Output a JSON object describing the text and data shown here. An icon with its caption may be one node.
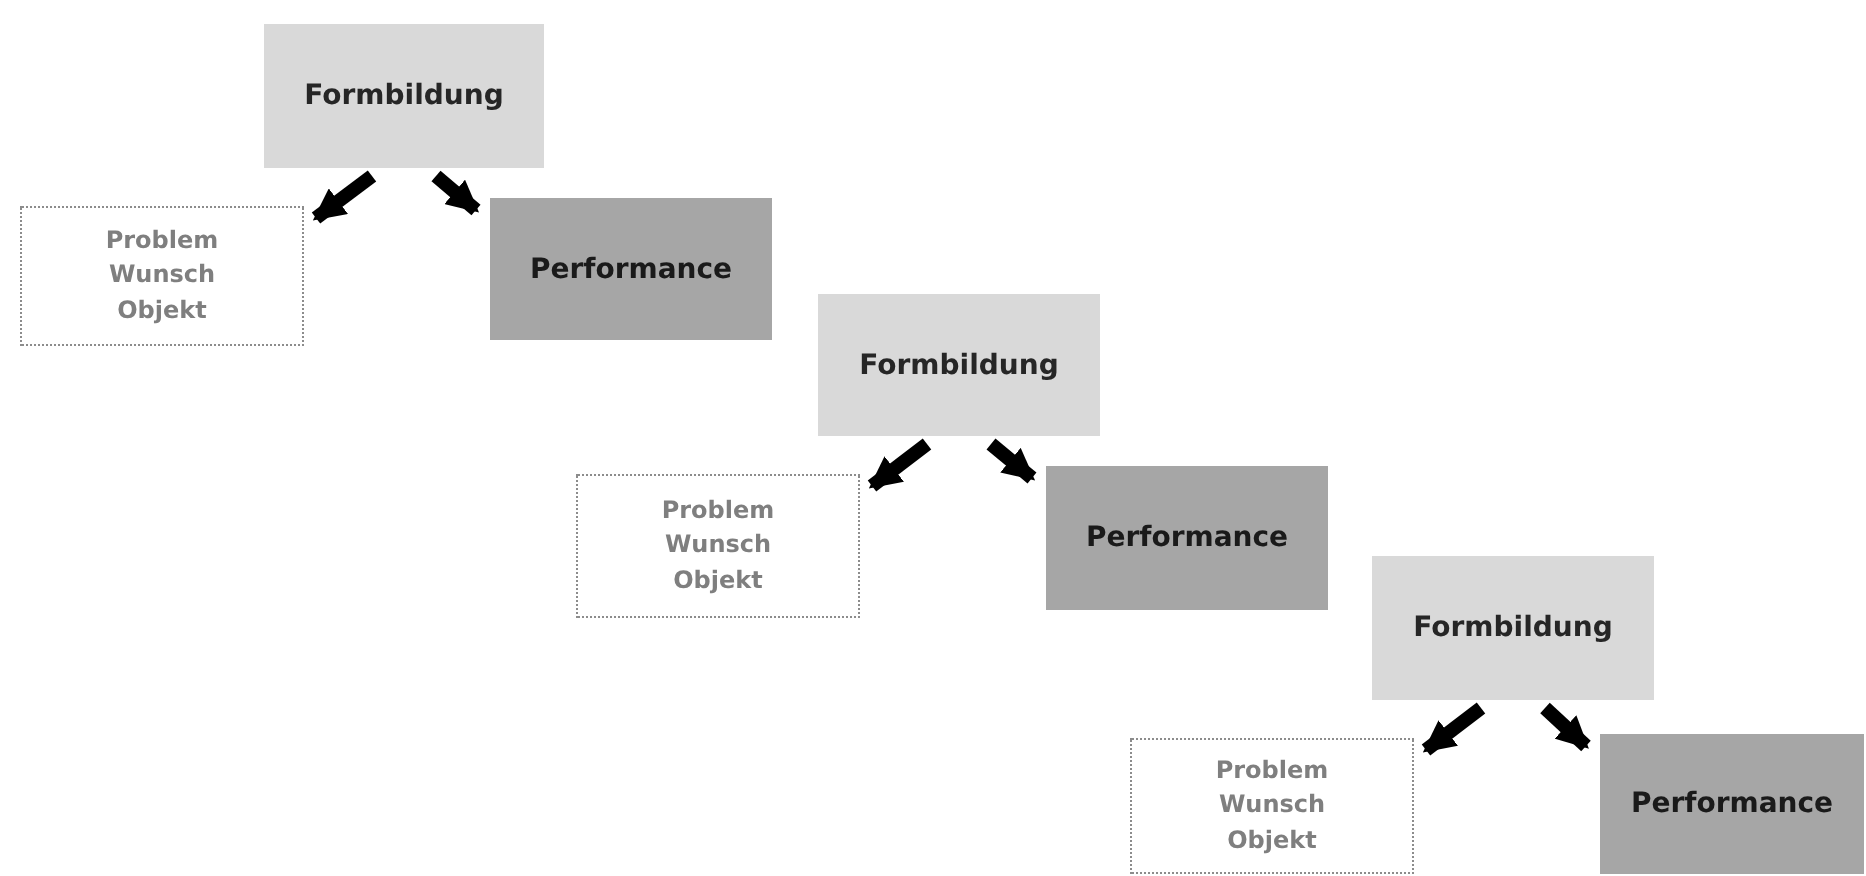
{
  "diagram": {
    "nodes": [
      {
        "text": [
          "Formbildung"
        ]
      },
      {
        "text": [
          "Problem",
          "Wunsch",
          "Objekt"
        ]
      },
      {
        "text": [
          "Performance"
        ]
      },
      {
        "text": [
          "Formbildung"
        ]
      },
      {
        "text": [
          "Problem",
          "Wunsch",
          "Objekt"
        ]
      },
      {
        "text": [
          "Performance"
        ]
      },
      {
        "text": [
          "Formbildung"
        ]
      },
      {
        "text": [
          "Problem",
          "Wunsch",
          "Objekt"
        ]
      },
      {
        "text": [
          "Performance"
        ]
      }
    ],
    "edges": [
      {
        "from": 0,
        "to": 1,
        "arrow": "to"
      },
      {
        "from": 0,
        "to": 2,
        "arrow": "to"
      },
      {
        "from": 3,
        "to": 4,
        "arrow": "to"
      },
      {
        "from": 3,
        "to": 5,
        "arrow": "to"
      },
      {
        "from": 6,
        "to": 7,
        "arrow": "to"
      },
      {
        "from": 6,
        "to": 8,
        "arrow": "to"
      }
    ]
  }
}
